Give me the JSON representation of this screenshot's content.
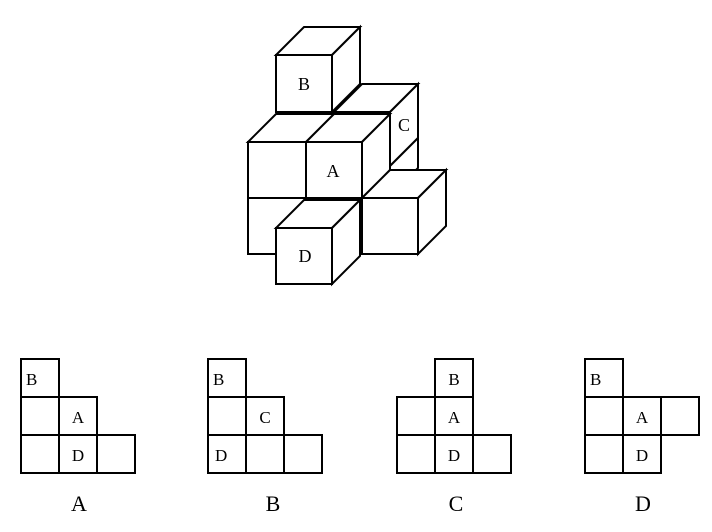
{
  "cube_labels": {
    "top": "B",
    "side": "C",
    "middle": "A",
    "bottom": "D"
  },
  "options": [
    {
      "label": "A",
      "cells": [
        "B",
        "",
        "A",
        "",
        "D",
        ""
      ]
    },
    {
      "label": "B",
      "cells": [
        "B",
        "",
        "C",
        "D",
        "",
        ""
      ]
    },
    {
      "label": "C",
      "cells": [
        "B",
        "",
        "A",
        "",
        "D",
        ""
      ]
    },
    {
      "label": "D",
      "cells": [
        "B",
        "",
        "A",
        "",
        "",
        "D"
      ]
    }
  ],
  "colors": {
    "line": "#000000",
    "background": "#ffffff"
  }
}
